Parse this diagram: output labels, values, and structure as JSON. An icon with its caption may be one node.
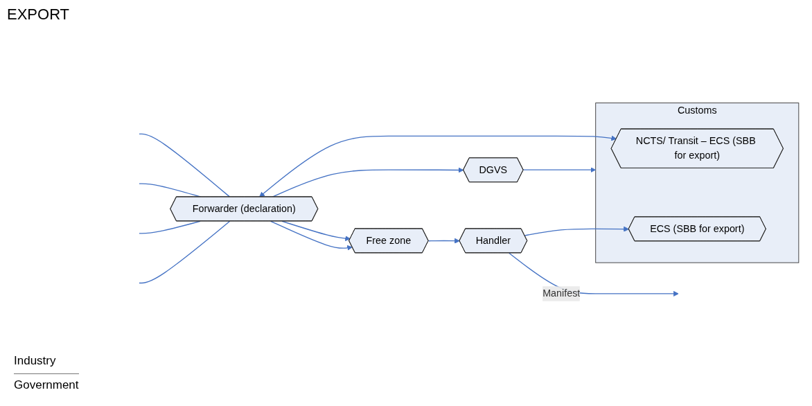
{
  "diagram": {
    "title": "EXPORT",
    "nodes": [
      {
        "text": [
          "Forwarder (declaration)"
        ]
      },
      {
        "text": [
          "Free zone"
        ]
      },
      {
        "text": [
          "Handler"
        ]
      },
      {
        "text": [
          "DGVS"
        ]
      },
      {
        "text": [
          "Customs"
        ]
      },
      {
        "text": [
          "NCTS/ Transit – ECS (SBB for export)"
        ],
        "in": 4
      },
      {
        "text": [
          "ECS (SBB for export)"
        ],
        "in": 4
      }
    ],
    "edges": [
      {
        "from": null,
        "to": 0,
        "arrow": "none"
      },
      {
        "from": null,
        "to": 0,
        "arrow": "none"
      },
      {
        "from": null,
        "to": 0,
        "arrow": "none"
      },
      {
        "from": null,
        "to": 0,
        "arrow": "none"
      },
      {
        "from": 0,
        "to": 1,
        "arrow": "to"
      },
      {
        "from": 1,
        "to": 2,
        "arrow": "to"
      },
      {
        "from": 2,
        "to": null,
        "arrow": "to",
        "label": "Manifest"
      },
      {
        "from": 0,
        "to": 5,
        "arrow": "both"
      },
      {
        "from": 0,
        "to": 1,
        "arrow": "to"
      },
      {
        "from": 0,
        "to": 3,
        "arrow": "to"
      },
      {
        "from": 3,
        "to": 4,
        "arrow": "to"
      },
      {
        "from": 2,
        "to": 6,
        "arrow": "to"
      }
    ],
    "labels": [
      "Industry",
      "Government"
    ]
  }
}
